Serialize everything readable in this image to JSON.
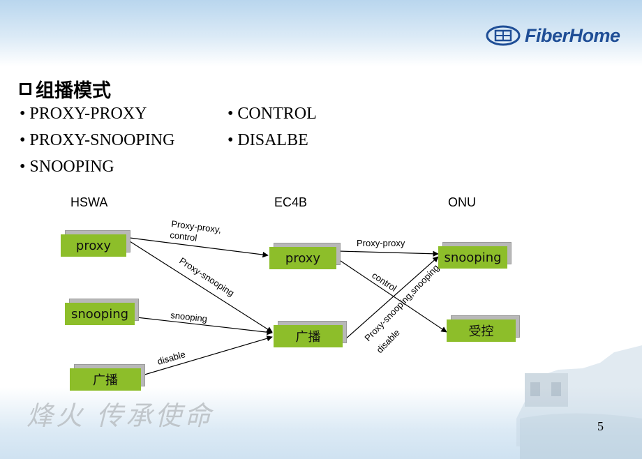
{
  "brand": {
    "logo_text": "FiberHome",
    "logo_color": "#1f4e96"
  },
  "slide": {
    "title": "组播模式",
    "bullets_left": [
      "PROXY-PROXY",
      "PROXY-SNOOPING",
      "SNOOPING"
    ],
    "bullets_right": [
      "CONTROL",
      "DISALBE"
    ],
    "bullet_symbol": "•",
    "page_number": "5",
    "footer_calligraphy": "烽火 传承使命"
  },
  "diagram": {
    "column_headers": {
      "hswa": "HSWA",
      "ec4b": "EC4B",
      "onu": "ONU"
    },
    "nodes": {
      "hswa_proxy": "proxy",
      "hswa_snooping": "snooping",
      "hswa_broadcast": "广播",
      "ec4b_proxy": "proxy",
      "ec4b_broadcast": "广播",
      "onu_snooping": "snooping",
      "onu_controlled": "受控"
    },
    "edge_labels": {
      "proxy_proxy_control": [
        "Proxy-proxy,",
        "control"
      ],
      "proxy_snooping": "Proxy-snooping",
      "snooping": "snooping",
      "disable": "disable",
      "proxy_proxy": "Proxy-proxy",
      "control": "control",
      "proxy_snooping_snooping": "Proxy-snooping,snooping",
      "disable2": "disable"
    },
    "node_color": "#8dbe2a"
  }
}
